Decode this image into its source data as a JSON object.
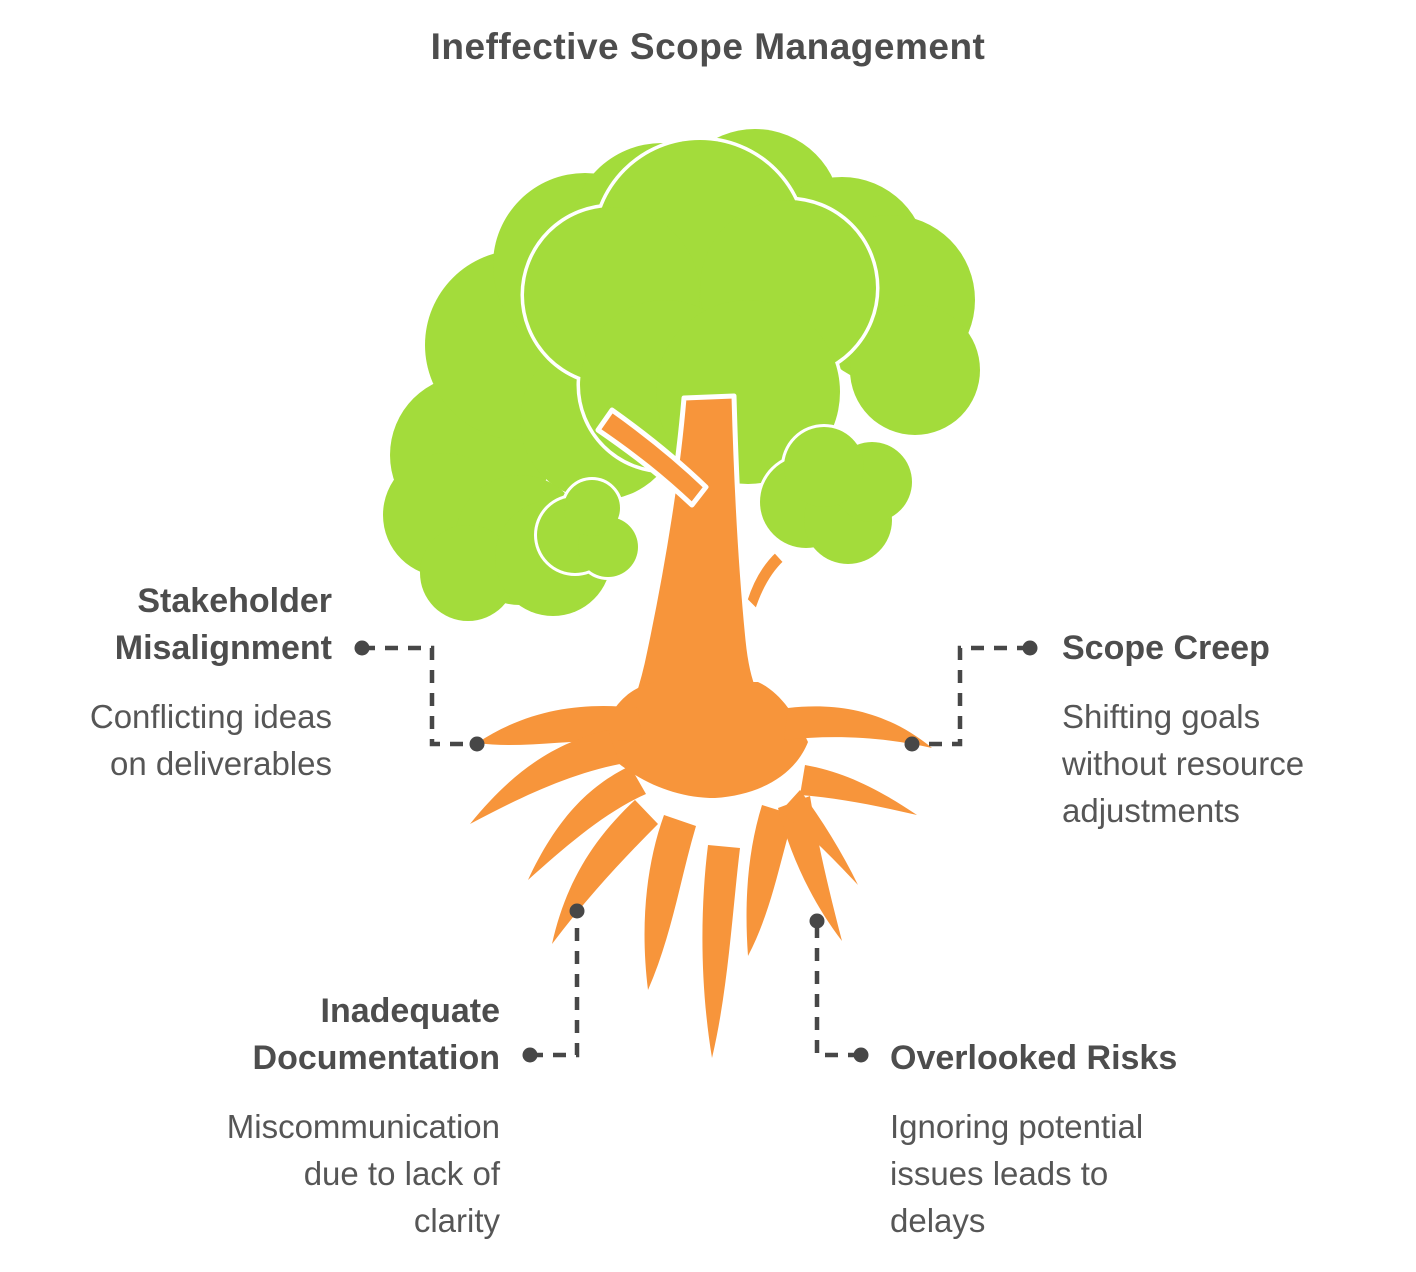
{
  "title": "Ineffective Scope Management",
  "colors": {
    "canopy_green": "#a3dc3b",
    "trunk_orange": "#f7953b",
    "heading_text": "#4d4d4d",
    "body_text": "#565656",
    "connector_gray": "#474747",
    "background": "#ffffff"
  },
  "icon": {
    "name": "tree-with-roots-icon"
  },
  "callouts": [
    {
      "id": "stakeholder-misalignment",
      "heading": "Stakeholder\nMisalignment",
      "description": "Conflicting ideas\non deliverables",
      "align": "right"
    },
    {
      "id": "scope-creep",
      "heading": "Scope Creep",
      "description": "Shifting goals\nwithout resource\nadjustments",
      "align": "left"
    },
    {
      "id": "inadequate-documentation",
      "heading": "Inadequate\nDocumentation",
      "description": "Miscommunication\ndue to lack of\nclarity",
      "align": "right"
    },
    {
      "id": "overlooked-risks",
      "heading": "Overlooked Risks",
      "description": "Ignoring potential\nissues leads to\ndelays",
      "align": "left"
    }
  ]
}
